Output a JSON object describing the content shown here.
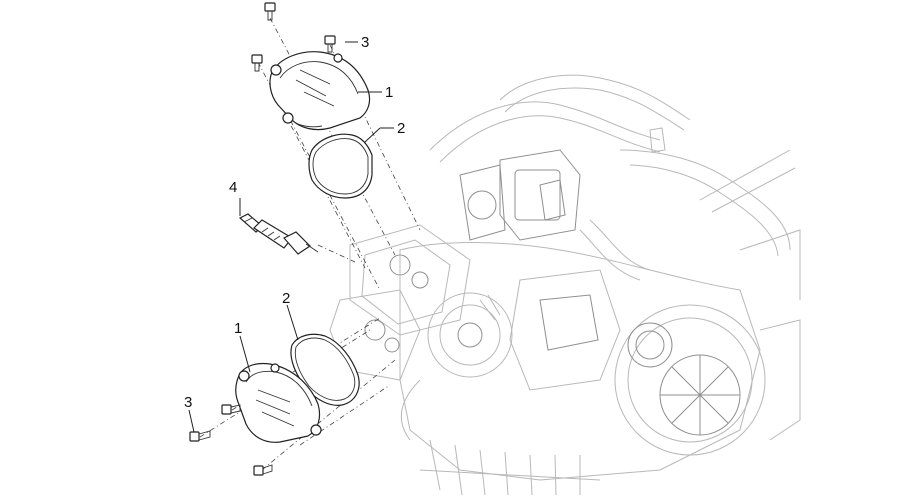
{
  "diagram": {
    "callouts": [
      {
        "id": "c1-top",
        "text": "1"
      },
      {
        "id": "c2-top",
        "text": "2"
      },
      {
        "id": "c3-top",
        "text": "3"
      },
      {
        "id": "c4",
        "text": "4"
      },
      {
        "id": "c2-bot",
        "text": "2"
      },
      {
        "id": "c1-bot",
        "text": "1"
      },
      {
        "id": "c3-bot",
        "text": "3"
      }
    ]
  }
}
